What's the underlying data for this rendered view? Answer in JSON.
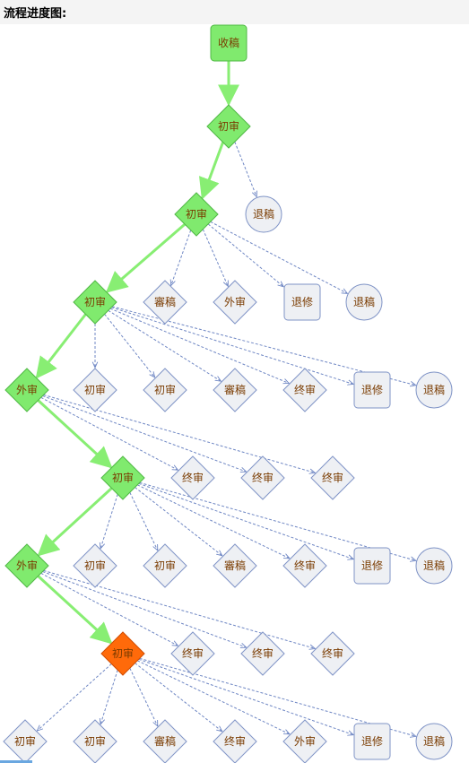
{
  "page": {
    "title": "流程进度图:"
  },
  "colors": {
    "active_fill": "#80ea6e",
    "active_stroke": "#50b845",
    "current_fill": "#ff6a0a",
    "current_stroke": "#d04b00",
    "pending_fill": "#eef0f4",
    "pending_stroke": "#7f93c6",
    "main_edge": "#88ee73",
    "branch_edge": "#6f87c4",
    "label": "#7a3b00"
  },
  "nodes": [
    {
      "id": "n1",
      "label": "收稿",
      "shape": "rect",
      "state": "active"
    },
    {
      "id": "n2",
      "label": "初审",
      "shape": "diamond",
      "state": "active"
    },
    {
      "id": "n3",
      "label": "初审",
      "shape": "diamond",
      "state": "active"
    },
    {
      "id": "n4",
      "label": "退稿",
      "shape": "circle",
      "state": "pending"
    },
    {
      "id": "n5",
      "label": "初审",
      "shape": "diamond",
      "state": "active"
    },
    {
      "id": "n6",
      "label": "審稿",
      "shape": "diamond",
      "state": "pending"
    },
    {
      "id": "n7",
      "label": "外审",
      "shape": "diamond",
      "state": "pending"
    },
    {
      "id": "n8",
      "label": "退修",
      "shape": "rect",
      "state": "pending"
    },
    {
      "id": "n9",
      "label": "退稿",
      "shape": "circle",
      "state": "pending"
    },
    {
      "id": "n10",
      "label": "外审",
      "shape": "diamond",
      "state": "active"
    },
    {
      "id": "n11",
      "label": "初审",
      "shape": "diamond",
      "state": "pending"
    },
    {
      "id": "n12",
      "label": "初审",
      "shape": "diamond",
      "state": "pending"
    },
    {
      "id": "n13",
      "label": "審稿",
      "shape": "diamond",
      "state": "pending"
    },
    {
      "id": "n14",
      "label": "终审",
      "shape": "diamond",
      "state": "pending"
    },
    {
      "id": "n15",
      "label": "退修",
      "shape": "rect",
      "state": "pending"
    },
    {
      "id": "n16",
      "label": "退稿",
      "shape": "circle",
      "state": "pending"
    },
    {
      "id": "n17",
      "label": "初审",
      "shape": "diamond",
      "state": "active"
    },
    {
      "id": "n18",
      "label": "终审",
      "shape": "diamond",
      "state": "pending"
    },
    {
      "id": "n19",
      "label": "终审",
      "shape": "diamond",
      "state": "pending"
    },
    {
      "id": "n20",
      "label": "终审",
      "shape": "diamond",
      "state": "pending"
    },
    {
      "id": "n21",
      "label": "外审",
      "shape": "diamond",
      "state": "active"
    },
    {
      "id": "n22",
      "label": "初审",
      "shape": "diamond",
      "state": "pending"
    },
    {
      "id": "n23",
      "label": "初审",
      "shape": "diamond",
      "state": "pending"
    },
    {
      "id": "n24",
      "label": "審稿",
      "shape": "diamond",
      "state": "pending"
    },
    {
      "id": "n25",
      "label": "终审",
      "shape": "diamond",
      "state": "pending"
    },
    {
      "id": "n26",
      "label": "退修",
      "shape": "rect",
      "state": "pending"
    },
    {
      "id": "n27",
      "label": "退稿",
      "shape": "circle",
      "state": "pending"
    },
    {
      "id": "n28",
      "label": "初审",
      "shape": "diamond",
      "state": "current"
    },
    {
      "id": "n29",
      "label": "终审",
      "shape": "diamond",
      "state": "pending"
    },
    {
      "id": "n30",
      "label": "终审",
      "shape": "diamond",
      "state": "pending"
    },
    {
      "id": "n31",
      "label": "终审",
      "shape": "diamond",
      "state": "pending"
    },
    {
      "id": "n32",
      "label": "初审",
      "shape": "diamond",
      "state": "pending"
    },
    {
      "id": "n33",
      "label": "初审",
      "shape": "diamond",
      "state": "pending"
    },
    {
      "id": "n34",
      "label": "審稿",
      "shape": "diamond",
      "state": "pending"
    },
    {
      "id": "n35",
      "label": "终审",
      "shape": "diamond",
      "state": "pending"
    },
    {
      "id": "n36",
      "label": "外审",
      "shape": "diamond",
      "state": "pending"
    },
    {
      "id": "n37",
      "label": "退修",
      "shape": "rect",
      "state": "pending"
    },
    {
      "id": "n38",
      "label": "退稿",
      "shape": "circle",
      "state": "pending"
    }
  ],
  "edges": [
    {
      "from": "n1",
      "to": "n2",
      "type": "main"
    },
    {
      "from": "n2",
      "to": "n3",
      "type": "main"
    },
    {
      "from": "n2",
      "to": "n4",
      "type": "branch"
    },
    {
      "from": "n3",
      "to": "n5",
      "type": "main"
    },
    {
      "from": "n3",
      "to": "n6",
      "type": "branch"
    },
    {
      "from": "n3",
      "to": "n7",
      "type": "branch"
    },
    {
      "from": "n3",
      "to": "n8",
      "type": "branch"
    },
    {
      "from": "n3",
      "to": "n9",
      "type": "branch"
    },
    {
      "from": "n5",
      "to": "n10",
      "type": "main"
    },
    {
      "from": "n5",
      "to": "n11",
      "type": "branch"
    },
    {
      "from": "n5",
      "to": "n12",
      "type": "branch"
    },
    {
      "from": "n5",
      "to": "n13",
      "type": "branch"
    },
    {
      "from": "n5",
      "to": "n14",
      "type": "branch"
    },
    {
      "from": "n5",
      "to": "n15",
      "type": "branch"
    },
    {
      "from": "n5",
      "to": "n16",
      "type": "branch"
    },
    {
      "from": "n10",
      "to": "n17",
      "type": "main"
    },
    {
      "from": "n10",
      "to": "n18",
      "type": "branch"
    },
    {
      "from": "n10",
      "to": "n19",
      "type": "branch"
    },
    {
      "from": "n10",
      "to": "n20",
      "type": "branch"
    },
    {
      "from": "n17",
      "to": "n21",
      "type": "main"
    },
    {
      "from": "n17",
      "to": "n22",
      "type": "branch"
    },
    {
      "from": "n17",
      "to": "n23",
      "type": "branch"
    },
    {
      "from": "n17",
      "to": "n24",
      "type": "branch"
    },
    {
      "from": "n17",
      "to": "n25",
      "type": "branch"
    },
    {
      "from": "n17",
      "to": "n26",
      "type": "branch"
    },
    {
      "from": "n17",
      "to": "n27",
      "type": "branch"
    },
    {
      "from": "n21",
      "to": "n28",
      "type": "main"
    },
    {
      "from": "n21",
      "to": "n29",
      "type": "branch"
    },
    {
      "from": "n21",
      "to": "n30",
      "type": "branch"
    },
    {
      "from": "n21",
      "to": "n31",
      "type": "branch"
    },
    {
      "from": "n28",
      "to": "n32",
      "type": "branch"
    },
    {
      "from": "n28",
      "to": "n33",
      "type": "branch"
    },
    {
      "from": "n28",
      "to": "n34",
      "type": "branch"
    },
    {
      "from": "n28",
      "to": "n35",
      "type": "branch"
    },
    {
      "from": "n28",
      "to": "n36",
      "type": "branch"
    },
    {
      "from": "n28",
      "to": "n37",
      "type": "branch"
    },
    {
      "from": "n28",
      "to": "n38",
      "type": "branch"
    }
  ]
}
